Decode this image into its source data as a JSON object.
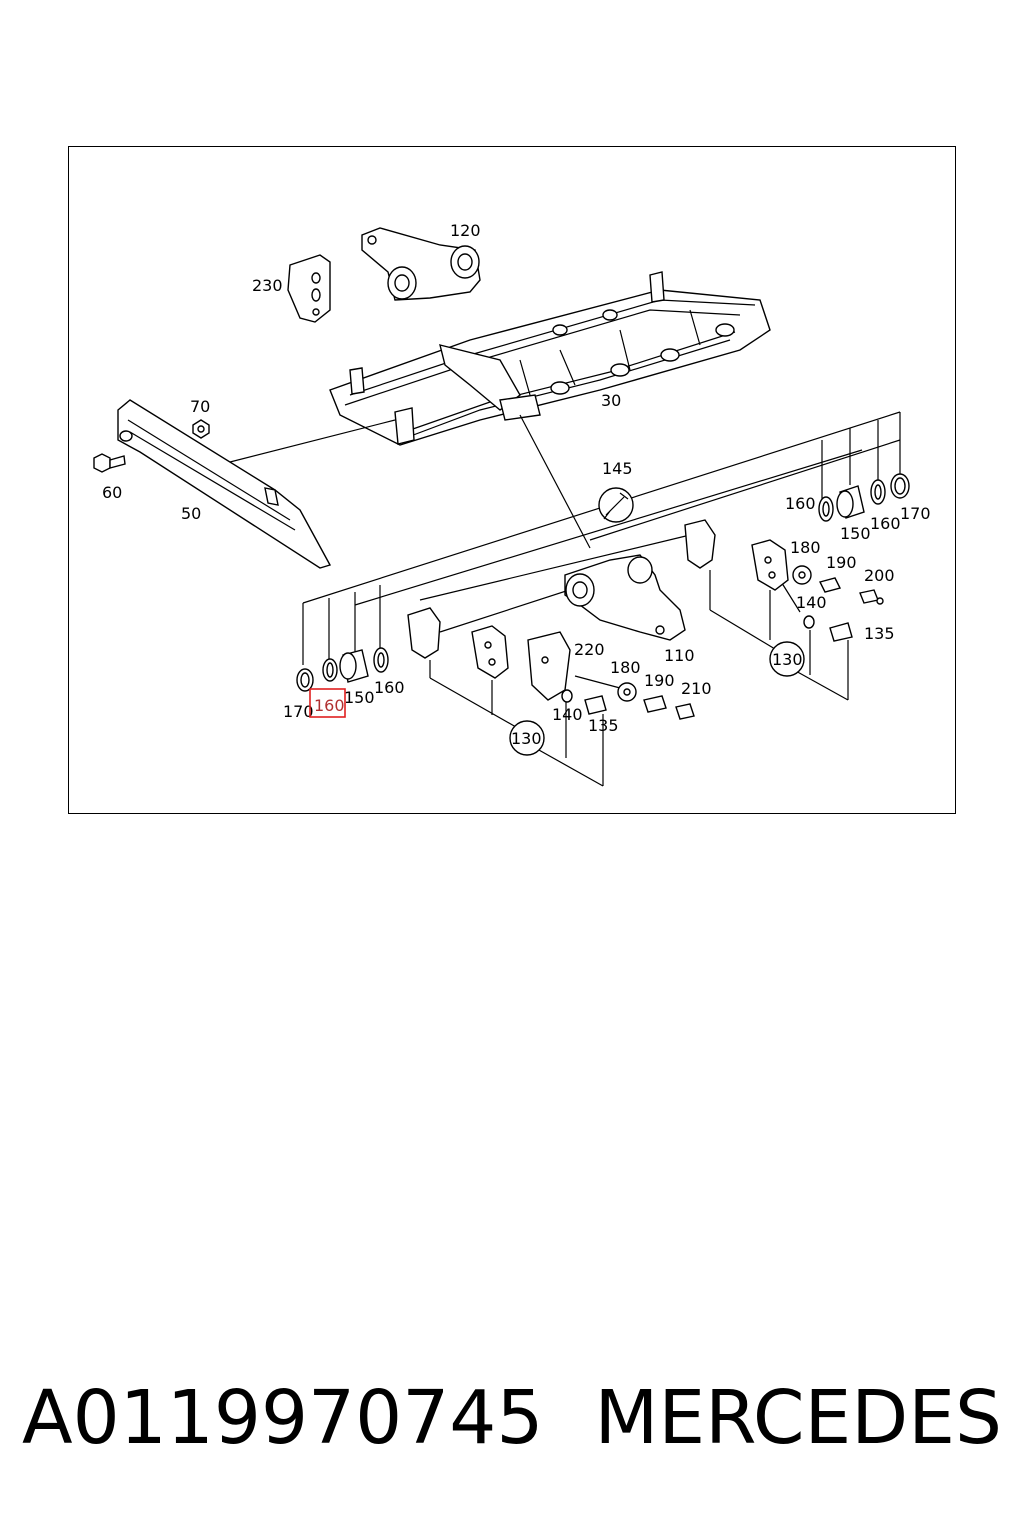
{
  "part_labels": {
    "p120": "120",
    "p230": "230",
    "p70": "70",
    "p30": "30",
    "p60": "60",
    "p50": "50",
    "p145": "145",
    "p160_r1": "160",
    "p150_r": "150",
    "p160_r2": "160",
    "p170_r": "170",
    "p180_r": "180",
    "p190_r": "190",
    "p200": "200",
    "p140_r": "140",
    "p135_r": "135",
    "p130_r": "130",
    "p110": "110",
    "p220": "220",
    "p180_l": "180",
    "p190_l": "190",
    "p210": "210",
    "p140_l": "140",
    "p135_l": "135",
    "p130_l": "130",
    "p160_l1": "160",
    "p150_l": "150",
    "p170_l": "170",
    "p160_l2": "160"
  },
  "highlight_color": "#e02020",
  "caption": {
    "part_number": "A0119970745",
    "brand": "MERCEDES"
  }
}
